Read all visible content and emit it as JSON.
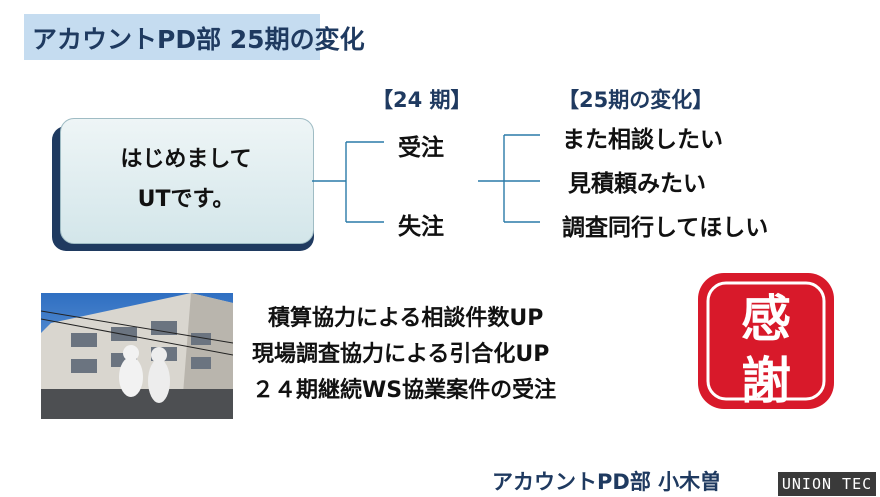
{
  "title": "アカウントPD部 25期の変化",
  "headers": {
    "left": "【24 期】",
    "right": "【25期の変化】"
  },
  "bubble": {
    "line1": "はじめまして",
    "line2": "UTです。"
  },
  "branches": {
    "received": "受注",
    "lost": "失注"
  },
  "changes": [
    "また相談したい",
    "見積頼みたい",
    "調査同行してほしい"
  ],
  "results": [
    "積算協力による相談件数UP",
    "現場調査協力による引合化UP",
    "２４期継続WS協業案件の受注"
  ],
  "stamp": {
    "char1": "感",
    "char2": "謝",
    "color": "#d8192a"
  },
  "footer": {
    "presenter": "アカウントPD部 小木曽",
    "logo": "UNION TEC"
  },
  "colors": {
    "navy": "#1f3a60",
    "title_band": "#c5dcf0",
    "tree_line": "#2a7aa8"
  }
}
